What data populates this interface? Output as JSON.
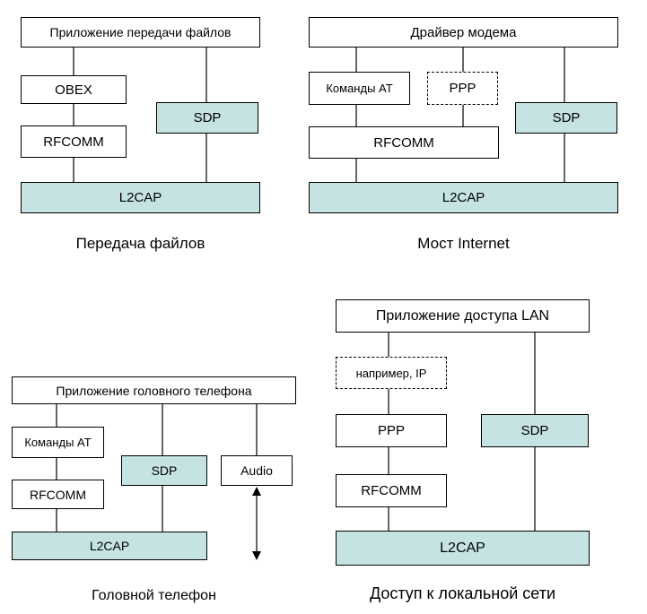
{
  "file_transfer": {
    "app": "Приложение передачи файлов",
    "obex": "OBEX",
    "rfcomm": "RFCOMM",
    "sdp": "SDP",
    "l2cap": "L2CAP",
    "caption": "Передача файлов"
  },
  "internet_bridge": {
    "driver": "Драйвер модема",
    "at_commands": "Команды AT",
    "ppp": "PPP",
    "sdp": "SDP",
    "rfcomm": "RFCOMM",
    "l2cap": "L2CAP",
    "caption": "Мост Internet"
  },
  "headset": {
    "app": "Приложение головного телефона",
    "at_commands": "Команды AT",
    "sdp": "SDP",
    "audio": "Audio",
    "rfcomm": "RFCOMM",
    "l2cap": "L2CAP",
    "caption": "Головной телефон"
  },
  "lan_access": {
    "app": "Приложение доступа LAN",
    "ip": "например, IP",
    "ppp": "PPP",
    "sdp": "SDP",
    "rfcomm": "RFCOMM",
    "l2cap": "L2CAP",
    "caption": "Доступ к локальной сети"
  },
  "colors": {
    "fill": "#c5e3e2",
    "stroke": "#000000"
  }
}
